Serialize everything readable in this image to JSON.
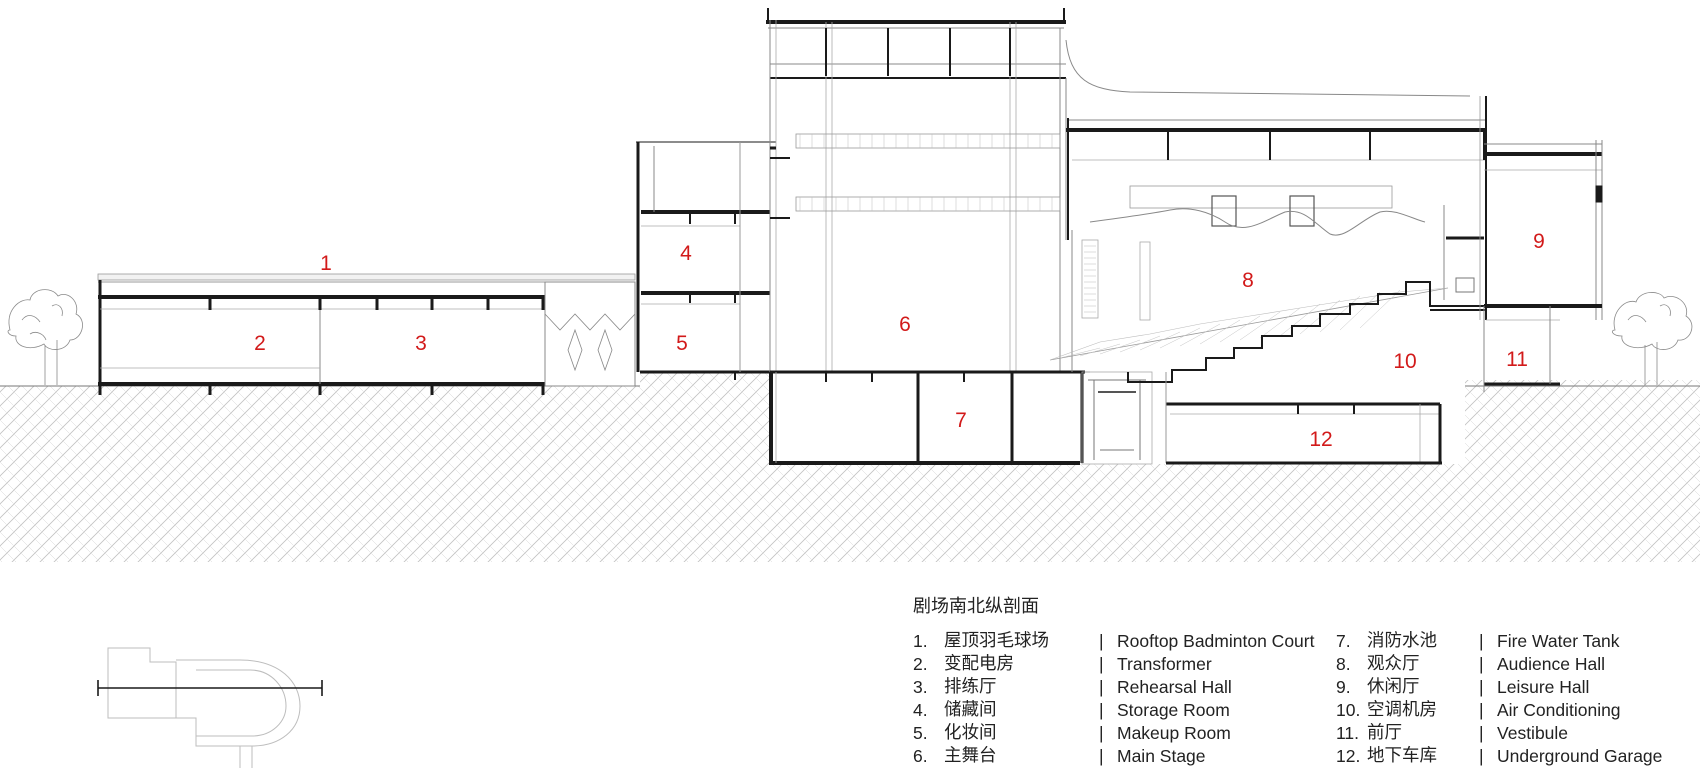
{
  "figure": {
    "title": "剧场南北纵剖面"
  },
  "room_labels": [
    "1",
    "2",
    "3",
    "4",
    "5",
    "6",
    "7",
    "8",
    "9",
    "10",
    "11",
    "12"
  ],
  "legend": [
    {
      "num": "1.",
      "zh": "屋顶羽毛球场",
      "sep": "|",
      "en": "Rooftop Badminton Court"
    },
    {
      "num": "2.",
      "zh": "变配电房",
      "sep": "|",
      "en": "Transformer"
    },
    {
      "num": "3.",
      "zh": "排练厅",
      "sep": "|",
      "en": "Rehearsal Hall"
    },
    {
      "num": "4.",
      "zh": "储藏间",
      "sep": "|",
      "en": "Storage Room"
    },
    {
      "num": "5.",
      "zh": "化妆间",
      "sep": "|",
      "en": "Makeup Room"
    },
    {
      "num": "6.",
      "zh": "主舞台",
      "sep": "|",
      "en": "Main Stage"
    },
    {
      "num": "7.",
      "zh": "消防水池",
      "sep": "|",
      "en": "Fire Water Tank"
    },
    {
      "num": "8.",
      "zh": "观众厅",
      "sep": "|",
      "en": "Audience Hall"
    },
    {
      "num": "9.",
      "zh": "休闲厅",
      "sep": "|",
      "en": "Leisure Hall"
    },
    {
      "num": "10.",
      "zh": "空调机房",
      "sep": "|",
      "en": "Air Conditioning"
    },
    {
      "num": "11.",
      "zh": "前厅",
      "sep": "|",
      "en": "Vestibule"
    },
    {
      "num": "12.",
      "zh": "地下车库",
      "sep": "|",
      "en": "Underground Garage"
    }
  ],
  "colors": {
    "label_red": "#d21a1a",
    "line": "#1a1a1a",
    "thin_line": "#9a9a9a",
    "hatch": "#b8b8b8"
  }
}
